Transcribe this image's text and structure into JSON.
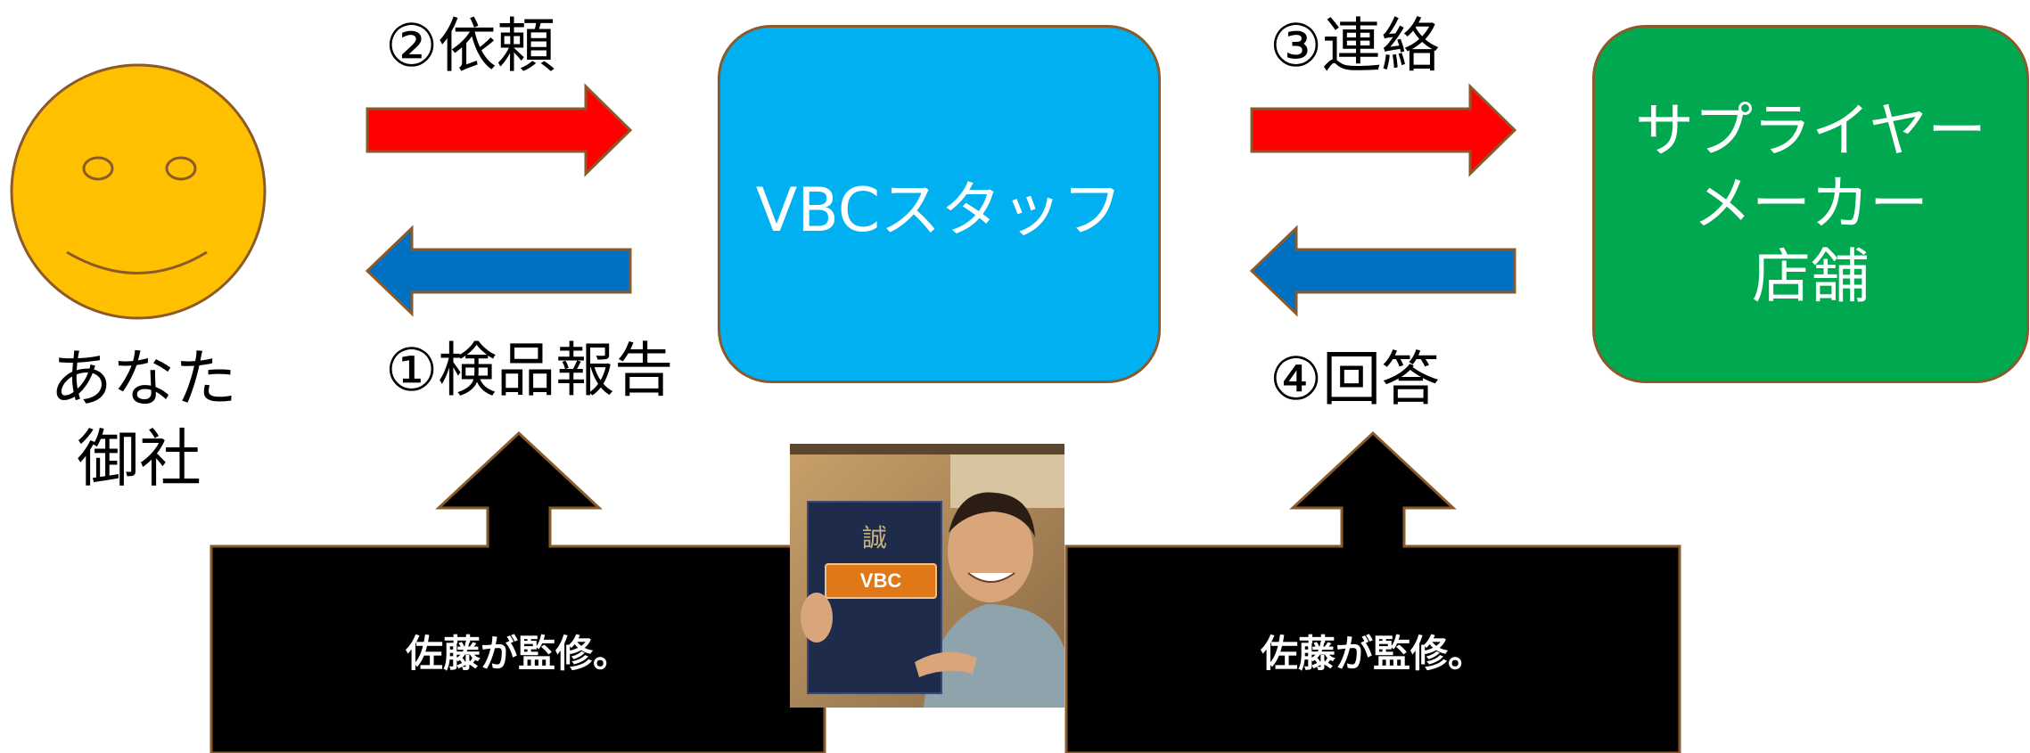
{
  "you_label": [
    "あなた",
    "御社"
  ],
  "steps": {
    "request": "②依頼",
    "inspection_report": "①検品報告",
    "contact": "③連絡",
    "answer": "④回答"
  },
  "vbc_staff": "VBCスタッフ",
  "supplier": [
    "サプライヤー",
    "メーカー",
    "店舗"
  ],
  "supervision_note": "佐藤が監修。",
  "photo": {
    "badge": "VBC"
  },
  "colors": {
    "face": "#ffc000",
    "red_arrow": "#ff0000",
    "blue_arrow": "#0070c0",
    "vbc_box": "#00b0f0",
    "supplier_box": "#00a84f",
    "outline": "#8a5a2b",
    "black_block": "#000000"
  }
}
